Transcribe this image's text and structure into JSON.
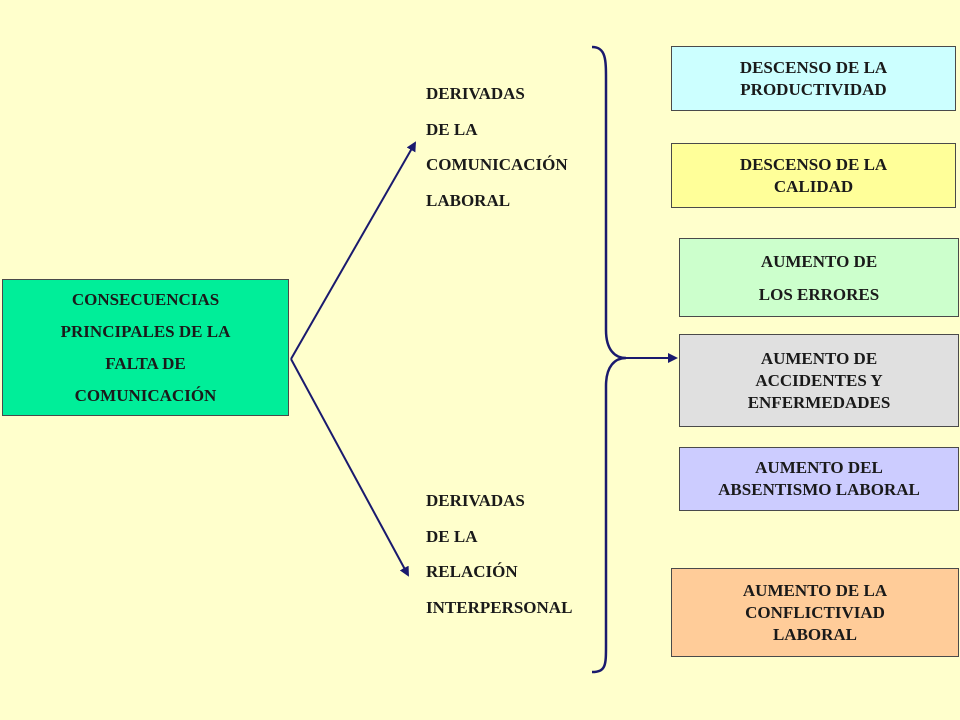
{
  "diagram": {
    "main": {
      "lines": [
        "CONSECUENCIAS",
        "PRINCIPALES DE LA",
        "FALTA DE",
        "COMUNICACIÓN"
      ]
    },
    "branch_top": {
      "lines": [
        "DERIVADAS",
        "DE LA",
        "COMUNICACIÓN",
        "LABORAL"
      ]
    },
    "branch_bottom": {
      "lines": [
        "DERIVADAS",
        "DE LA",
        "RELACIÓN",
        "INTERPERSONAL"
      ]
    },
    "results": [
      {
        "lines": [
          "DESCENSO DE LA",
          "PRODUCTIVIDAD"
        ],
        "color": "#CCFFFF"
      },
      {
        "lines": [
          "DESCENSO DE LA",
          "CALIDAD"
        ],
        "color": "#FFFF99"
      },
      {
        "lines": [
          "AUMENTO DE",
          "LOS ERRORES"
        ],
        "color": "#CCFFCC"
      },
      {
        "lines": [
          "AUMENTO DE",
          "ACCIDENTES Y",
          "ENFERMEDADES"
        ],
        "color": "#E0E0E0"
      },
      {
        "lines": [
          "AUMENTO DEL",
          "ABSENTISMO LABORAL"
        ],
        "color": "#CCCCFF"
      },
      {
        "lines": [
          "AUMENTO DE LA",
          "CONFLICTIVIAD",
          "LABORAL"
        ],
        "color": "#FFCC99"
      }
    ],
    "colors": {
      "background": "#FFFFCC",
      "main_box": "#00EE99",
      "connector": "#1A1A6E"
    }
  }
}
